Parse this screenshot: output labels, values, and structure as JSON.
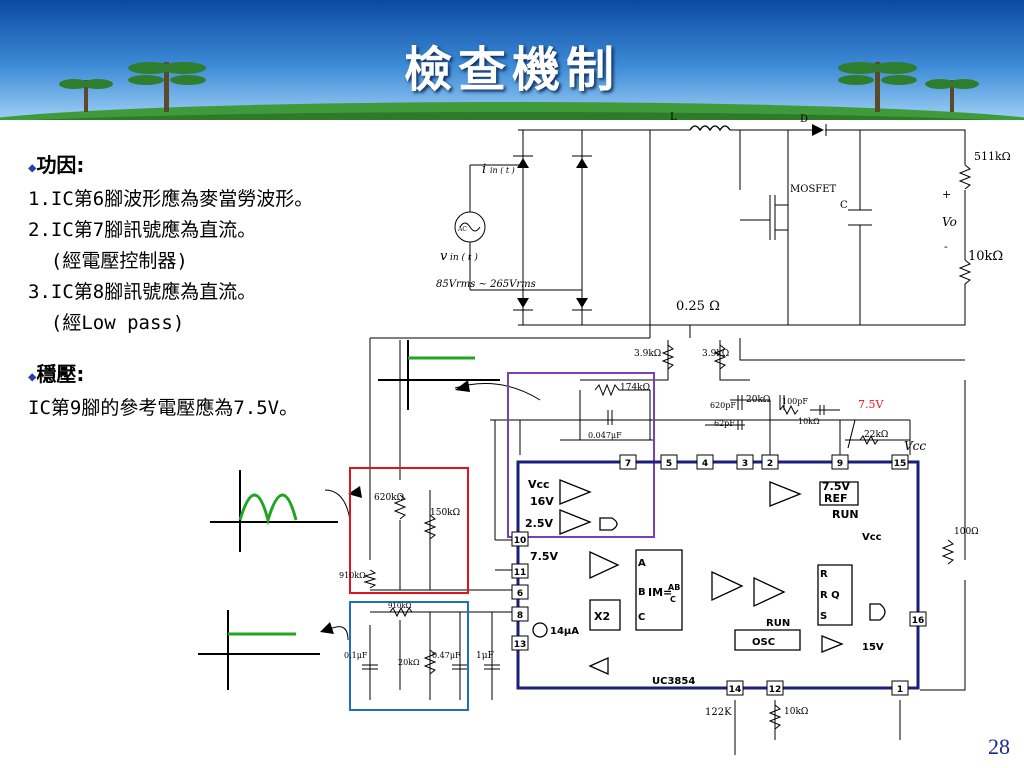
{
  "slide": {
    "title": "檢查機制",
    "page_number": "28"
  },
  "bullets": {
    "section1_header": "功因:",
    "section1_items": [
      "1.IC第6腳波形應為麥當勞波形。",
      "2.IC第7腳訊號應為直流。",
      "  (經電壓控制器)",
      "3.IC第8腳訊號應為直流。",
      "  (經Low pass)"
    ],
    "section2_header": "穩壓:",
    "section2_items": [
      "IC第9腳的參考電壓應為7.5V。"
    ]
  },
  "circuit": {
    "inductor": "L",
    "diode": "D",
    "mosfet": "MOSFET",
    "capacitor": "C",
    "iin": "i",
    "iin_sub": "in ( t )",
    "vin": "v",
    "vin_sub": "in ( t )",
    "ac": "AC",
    "input_range": "85Vrms ~ 265Vrms",
    "r_load_top": "511kΩ",
    "r_load_bottom": "10kΩ",
    "vo": "Vo",
    "vo_plus": "+",
    "vo_minus": "-",
    "r_sense": "0.25 Ω",
    "r_39a": "3.9kΩ",
    "r_39b": "3.9kΩ",
    "r_174k": "174kΩ",
    "c_047": "0.047μF",
    "c_620p": "620pF",
    "c_62p": "62pF",
    "r_20k_top": "20kΩ",
    "c_100p": "100pF",
    "r_10k_mid": "10kΩ",
    "r_22k": "22kΩ",
    "ref_label": "7.5V",
    "vcc_label": "Vcc",
    "r_620k": "620kΩ",
    "r_150k": "150kΩ",
    "r_910k_a": "910kΩ",
    "r_910k_b": "910kΩ",
    "c_01": "0.1μF",
    "r_20k_low": "20kΩ",
    "c_047_low": "0.47μF",
    "c_1u": "1μF",
    "r_100": "100Ω",
    "r_122k": "122K",
    "r_10k_bot": "10kΩ"
  },
  "ic": {
    "name": "UC3854",
    "pins": [
      "7",
      "5",
      "4",
      "3",
      "2",
      "9",
      "15",
      "10",
      "11",
      "6",
      "8",
      "13",
      "14",
      "12",
      "1",
      "16"
    ],
    "labels": {
      "vcc": "Vcc",
      "v16": "16V",
      "v25": "2.5V",
      "v75a": "7.5V",
      "ref_v": "7.5V",
      "ref": "REF",
      "run": "RUN",
      "vcc_r": "Vcc",
      "a": "A",
      "b": "B",
      "c": "C",
      "im": "IM=",
      "ab": "AB",
      "cc": "C",
      "x2": "X2",
      "i14": "14μA",
      "r": "R",
      "rq": "R Q",
      "s": "S",
      "run2": "RUN",
      "osc": "OSC",
      "v15": "15V"
    }
  },
  "colors": {
    "banner_top": "#0b4aa0",
    "title": "#ffffff",
    "red_box": "#e0141c",
    "purple_box": "#7b3fb0",
    "blue_box": "#1f6fc0",
    "ic_border": "#1a1f7a",
    "wave": "#1fa51f",
    "ref_red": "#e0141c"
  }
}
